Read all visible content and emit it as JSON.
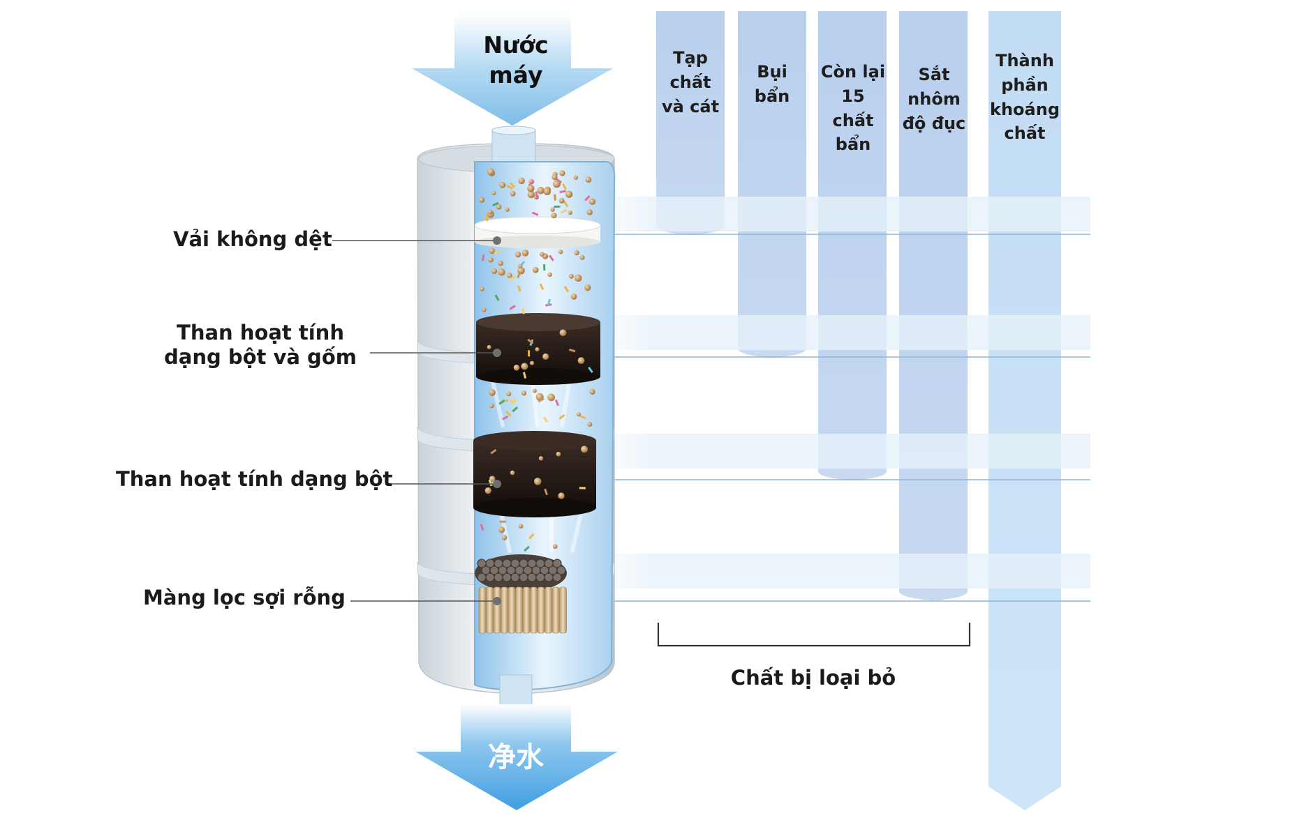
{
  "arrows": {
    "inlet_label": "Nước\nmáy",
    "outlet_label": "净水"
  },
  "layers": [
    {
      "id": "nonwoven",
      "label": "Vải không dệt"
    },
    {
      "id": "carbon_ceramic",
      "label": "Than hoạt tính\ndạng bột và gốm"
    },
    {
      "id": "carbon_powder",
      "label": "Than hoạt tính dạng bột"
    },
    {
      "id": "hollow_fiber",
      "label": "Màng lọc sợi rỗng"
    }
  ],
  "columns": [
    {
      "label": "Tạp\nchất\nvà cát",
      "removed_at_layer": "nonwoven"
    },
    {
      "label": "Bụi\nbẩn",
      "removed_at_layer": "carbon_ceramic"
    },
    {
      "label": "Còn lại\n15 chất\nbẩn",
      "removed_at_layer": "carbon_powder"
    },
    {
      "label": "Sắt\nnhôm\nđộ đục",
      "removed_at_layer": "hollow_fiber"
    },
    {
      "label": "Thành\nphần\nkhoáng\nchất",
      "removed_at_layer": "none"
    }
  ],
  "removed_label": "Chất bị loại bỏ",
  "colors": {
    "column_fill": "#bdd3ee",
    "mineral_column_fill": "#c6e0f6",
    "band_fill": "#e3eff8",
    "leader_line": "#9ab8d2",
    "water": "#cfe6f7",
    "carbon": "#231a16",
    "fiber": "#d8c29c",
    "housing": "#e6ebef"
  }
}
